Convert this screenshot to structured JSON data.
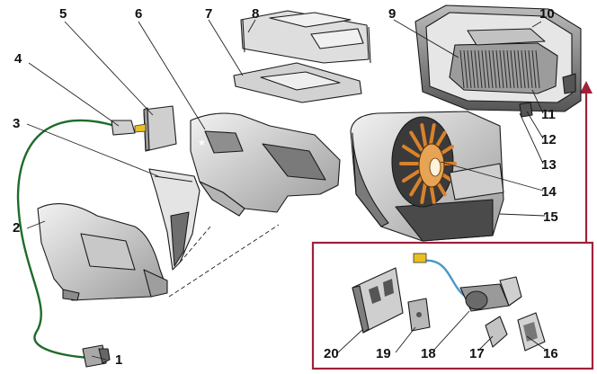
{
  "callouts": [
    {
      "id": "1",
      "label": "1"
    },
    {
      "id": "2",
      "label": "2"
    },
    {
      "id": "3",
      "label": "3"
    },
    {
      "id": "4",
      "label": "4"
    },
    {
      "id": "5",
      "label": "5"
    },
    {
      "id": "6",
      "label": "6"
    },
    {
      "id": "7",
      "label": "7"
    },
    {
      "id": "8",
      "label": "8"
    },
    {
      "id": "9",
      "label": "9"
    },
    {
      "id": "10",
      "label": "10"
    },
    {
      "id": "11",
      "label": "11"
    },
    {
      "id": "12",
      "label": "12"
    },
    {
      "id": "13",
      "label": "13"
    },
    {
      "id": "14",
      "label": "14"
    },
    {
      "id": "15",
      "label": "15"
    },
    {
      "id": "16",
      "label": "16"
    },
    {
      "id": "17",
      "label": "17"
    },
    {
      "id": "18",
      "label": "18"
    },
    {
      "id": "19",
      "label": "19"
    },
    {
      "id": "20",
      "label": "20"
    }
  ],
  "colors": {
    "inset_frame": "#a0213a",
    "cable": "#1f6b2a",
    "motor_orange": "#d9822b",
    "sensor_cable": "#4a98c6",
    "sensor_yellow": "#e8c020",
    "part_fill": "#dcdcdc",
    "part_dark": "#8c8c8c"
  }
}
